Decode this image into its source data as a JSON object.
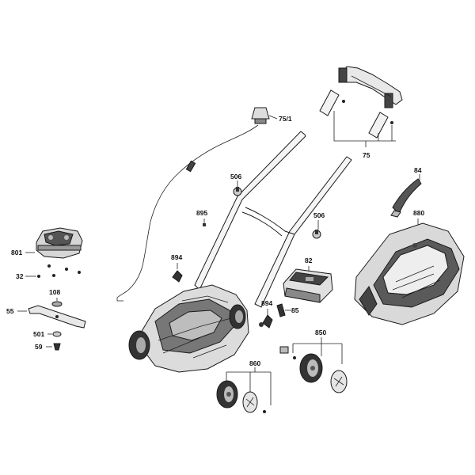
{
  "labels": {
    "p75_1": "75/1",
    "p75": "75",
    "p84": "84",
    "p880": "880",
    "p506a": "506",
    "p506b": "506",
    "p895": "895",
    "p894a": "894",
    "p894b": "894",
    "p82": "82",
    "p85": "85",
    "p850": "850",
    "p860": "860",
    "p801": "801",
    "p32": "32",
    "p108": "108",
    "p55": "55",
    "p501": "501",
    "p59": "59"
  }
}
